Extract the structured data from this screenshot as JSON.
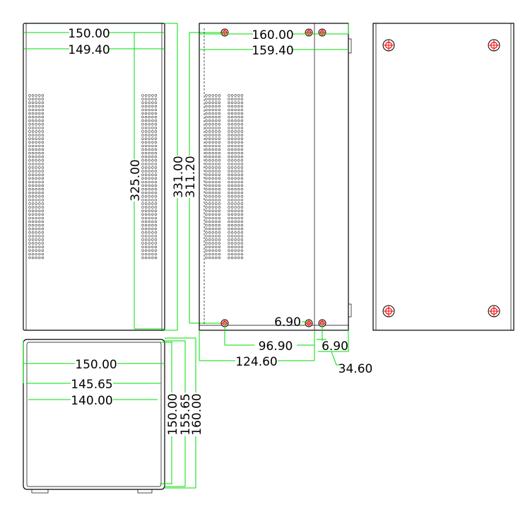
{
  "drawing": {
    "left_view": {
      "width_outer": "150.00",
      "width_inner": "149.40",
      "height_inner": "325.00",
      "height_outer": "331.00",
      "height_holes": "311.20"
    },
    "middle_view": {
      "width_outer": "160.00",
      "width_inner": "159.40",
      "hole_offset_top": "6.90",
      "hole_spacing": "96.90",
      "hole_offset_bottom": "6.90",
      "panel_width": "124.60",
      "flange_width": "34.60"
    },
    "bottom_view": {
      "width_outer": "150.00",
      "width_mid": "145.65",
      "width_inner": "140.00",
      "height_inner": "150.00",
      "height_mid": "155.65",
      "height_outer": "160.00"
    },
    "colors": {
      "dimension": "#00dd00",
      "hole_mark": "#ff0000",
      "outline": "#000000"
    }
  }
}
